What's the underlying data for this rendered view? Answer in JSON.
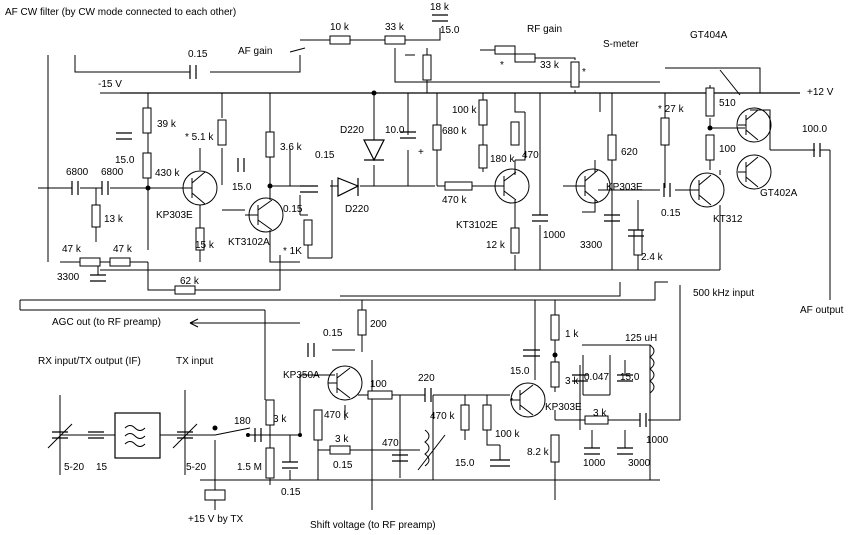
{
  "title_note": "AF CW filter (by CW mode connected to each other)",
  "labels": {
    "af_gain": "AF gain",
    "rf_gain": "RF gain",
    "s_meter": "S-meter",
    "minus15v": "-15 V",
    "plus12v": "+12 V",
    "agc_out": "AGC out (to RF preamp)",
    "rx_input": "RX input/TX output (IF)",
    "tx_input": "TX input",
    "plus15v_tx": "+15 V by TX",
    "shift_voltage": "Shift voltage (to RF preamp)",
    "khz500": "500 kHz input",
    "af_output": "AF output"
  },
  "transistors": {
    "q1": "KP303E",
    "q2": "KT3102A",
    "q3": "KT3102E",
    "q4": "KP303E",
    "q5": "KT312",
    "q6": "GT404A",
    "q7": "GT402A",
    "q8": "KP350A",
    "q9": "KP303E"
  },
  "diodes": {
    "d1": "D220",
    "d2": "D220"
  },
  "components": {
    "c_0_15_top": "0.15",
    "r_10k": "10 k",
    "r_33k_af": "33 k",
    "r_18k": "18 k",
    "c_15_0_top": "15.0",
    "r_star_a": "*",
    "r_33k_rf": "33 k",
    "r_star_b": "*",
    "c_6800_a": "6800",
    "c_6800_b": "6800",
    "r_39k": "39 k",
    "c_15_0_a": "15.0",
    "r_430k": "430 k",
    "r_13k": "13 k",
    "r_5_1k": "* 5.1 k",
    "c_15_0_b": "15.0",
    "r_15k": "15 k",
    "r_3_6k": "3.6 k",
    "c_0_15_mid": "0.15",
    "c_0_15_c": "0.15",
    "r_1k_star": "* 1K",
    "r_47k_a": "47 k",
    "r_47k_b": "47 k",
    "c_3300_a": "3300",
    "r_62k": "62 k",
    "c_10_0": "10.0",
    "plus_sign": "+",
    "r_680k": "680 k",
    "r_100k": "100 k",
    "r_180k": "180 k",
    "r_470_a": "470",
    "r_470k_a": "470 k",
    "r_12k": "12 k",
    "c_1000_a": "1000",
    "r_620": "620",
    "c_3300_b": "3300",
    "r_2_4k": "2.4 k",
    "c_0_15_d": "0.15",
    "r_27k": "* 27 k",
    "r_510": "510",
    "r_100": "100",
    "c_100_0": "100.0",
    "c_0_15_e": "0.15",
    "r_200": "200",
    "r_100_b": "100",
    "c_220": "220",
    "r_470k_b": "470 k",
    "r_470k_c": "470 k",
    "r_100k_b": "100 k",
    "r_1k": "1 k",
    "r_3k_a": "3 k",
    "c_0_047": "0.047",
    "c_15_0_c": "15.0",
    "l_125uh": "125 uH",
    "c_15_0_d": "15.0",
    "r_3k_b": "3 k",
    "c_1000_b": "1000",
    "r_8_2k": "8.2 k",
    "c_1000_c": "1000",
    "c_3000": "3000",
    "c_5_20_a": "5-20",
    "c_15": "15",
    "c_5_20_b": "5-20",
    "c_180": "180",
    "r_3k_c": "3 k",
    "r_1_5m": "1.5 M",
    "c_0_15_f": "0.15",
    "r_3k_d": "3 k",
    "c_0_15_g": "0.15",
    "c_470": "470",
    "c_15_0_e": "15.0"
  }
}
